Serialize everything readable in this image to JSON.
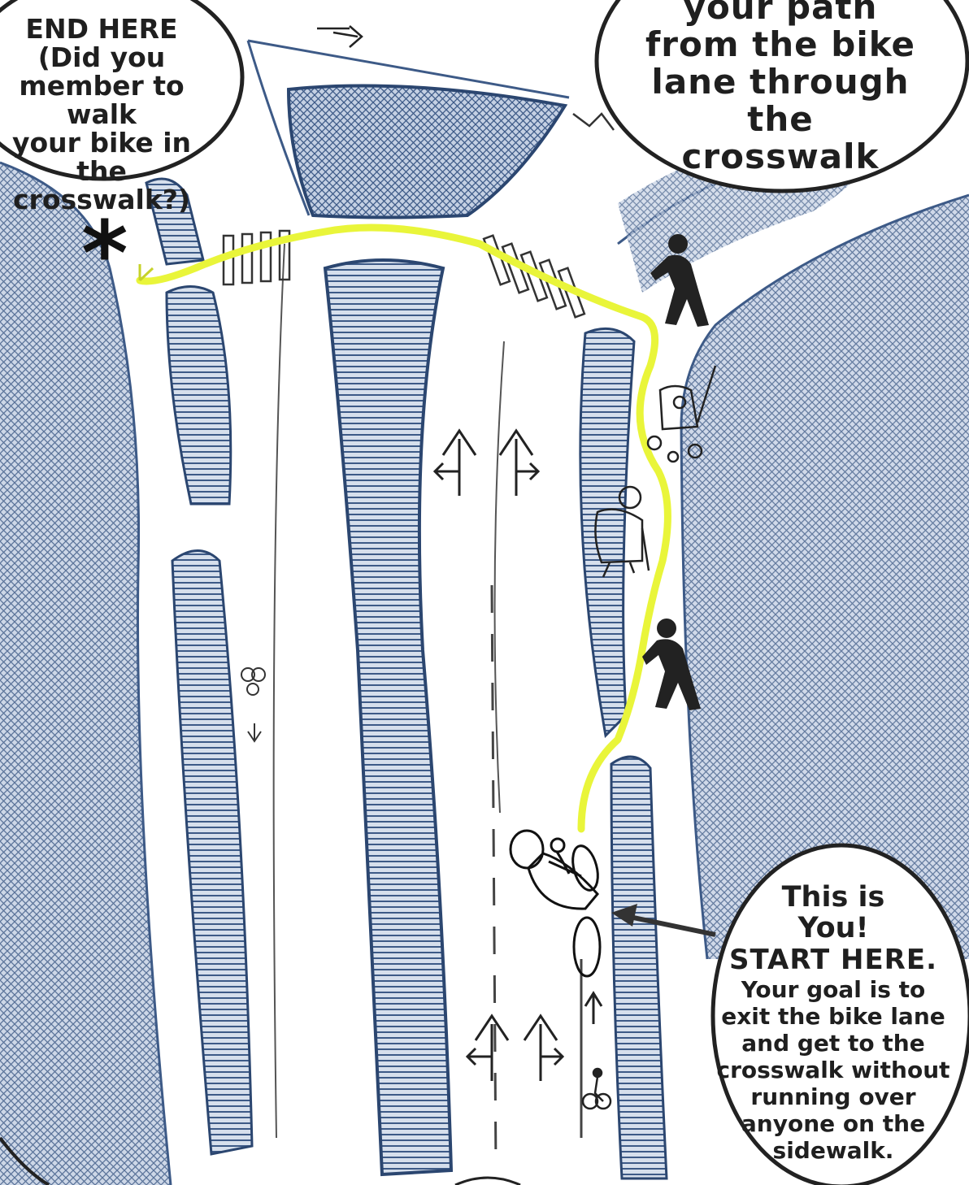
{
  "map": {
    "end_bubble": {
      "lines": [
        "END HERE",
        "(Did you",
        "member to walk",
        "your bike in the",
        "crosswalk?)"
      ]
    },
    "path_bubble": {
      "lines": [
        "your path",
        "from the bike",
        "lane through the",
        "crosswalk"
      ]
    },
    "start_bubble": {
      "line1": "This is",
      "line2": "You!",
      "line3": "START HERE.",
      "goal_lines": [
        "Your goal is to",
        "exit the bike lane",
        "and get to the",
        "crosswalk without",
        "running over",
        "anyone on the",
        "sidewalk."
      ]
    },
    "end_marker": "*",
    "path_color": "#e9f53a",
    "hatch_color": "#3d5a87",
    "ink_color": "#1c1c1c",
    "icons": [
      "pedestrian-icon",
      "stroller-icon",
      "elderly-walker-icon",
      "pedestrian-icon",
      "cyclist-icon",
      "bike-lane-symbol-icon",
      "turn-arrow-icon"
    ]
  }
}
